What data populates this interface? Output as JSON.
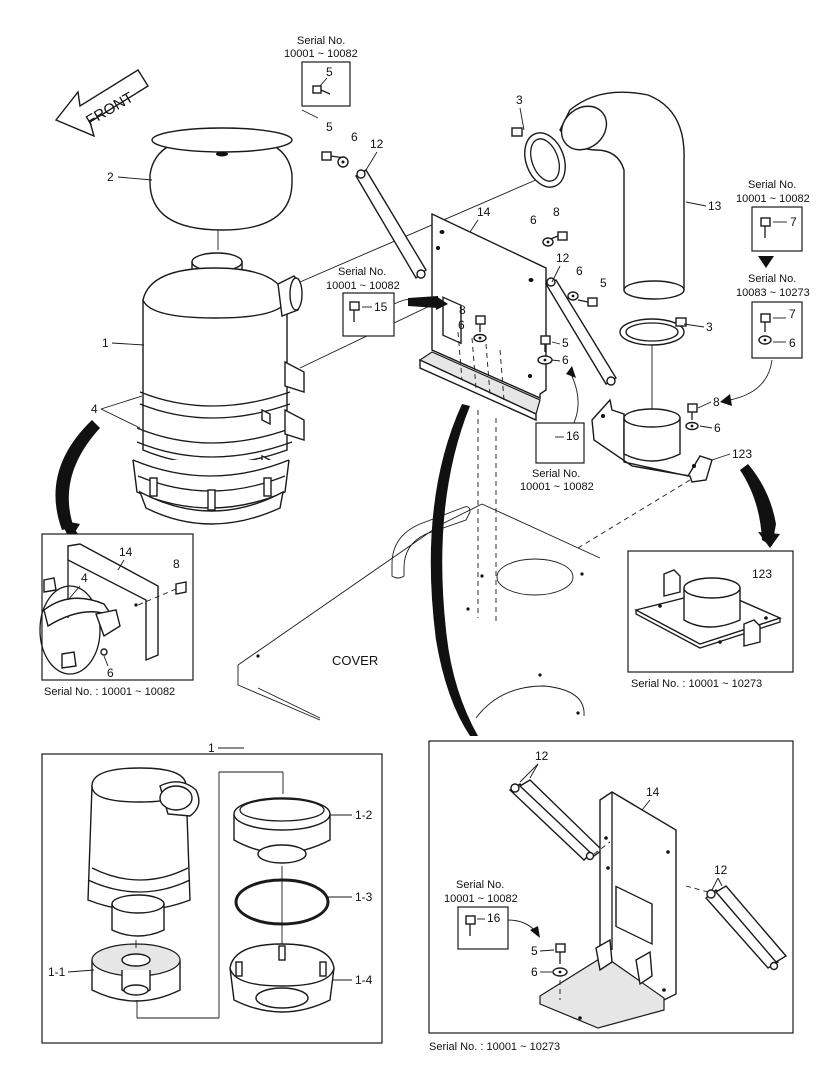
{
  "front_label": "FRONT",
  "cover_label": "COVER",
  "serial_boxes": {
    "top5": {
      "title": "Serial No.",
      "range": "10001 ~ 10082",
      "part": "5"
    },
    "mid15": {
      "title": "Serial No.",
      "range": "10001 ~ 10082",
      "part": "15"
    },
    "mid16": {
      "title": "Serial No.",
      "range": "10001 ~ 10082",
      "part": "16"
    },
    "right7a": {
      "title": "Serial No.",
      "range": "10001 ~ 10082",
      "part": "7"
    },
    "right7b": {
      "title": "Serial No.",
      "range": "10083 ~ 10273",
      "part7": "7",
      "part6": "6"
    },
    "lower16": {
      "title": "Serial No.",
      "range": "10001 ~ 10082",
      "part": "16"
    }
  },
  "callouts": {
    "c1": "1",
    "c2": "2",
    "c3": "3",
    "c3b": "3",
    "c4": "4",
    "c5": "5",
    "c5b": "5",
    "c5c": "5",
    "c6": "6",
    "c6b": "6",
    "c6c": "6",
    "c6d": "6",
    "c6e": "6",
    "c8": "8",
    "c8b": "8",
    "c8c": "8",
    "c12": "12",
    "c12b": "12",
    "c13": "13",
    "c14": "14",
    "c123": "123"
  },
  "detail_a": {
    "c14": "14",
    "c8": "8",
    "c4": "4",
    "c6": "6",
    "caption": "Serial No. : 10001 ~ 10082"
  },
  "detail_b": {
    "c123": "123",
    "caption": "Serial No. : 10001 ~ 10273"
  },
  "detail_c": {
    "title": "1",
    "c1_1": "1-1",
    "c1_2": "1-2",
    "c1_3": "1-3",
    "c1_4": "1-4"
  },
  "detail_d": {
    "c12a": "12",
    "c12b": "12",
    "c14": "14",
    "c5": "5",
    "c6": "6",
    "caption": "Serial No. : 10001 ~ 10273"
  }
}
